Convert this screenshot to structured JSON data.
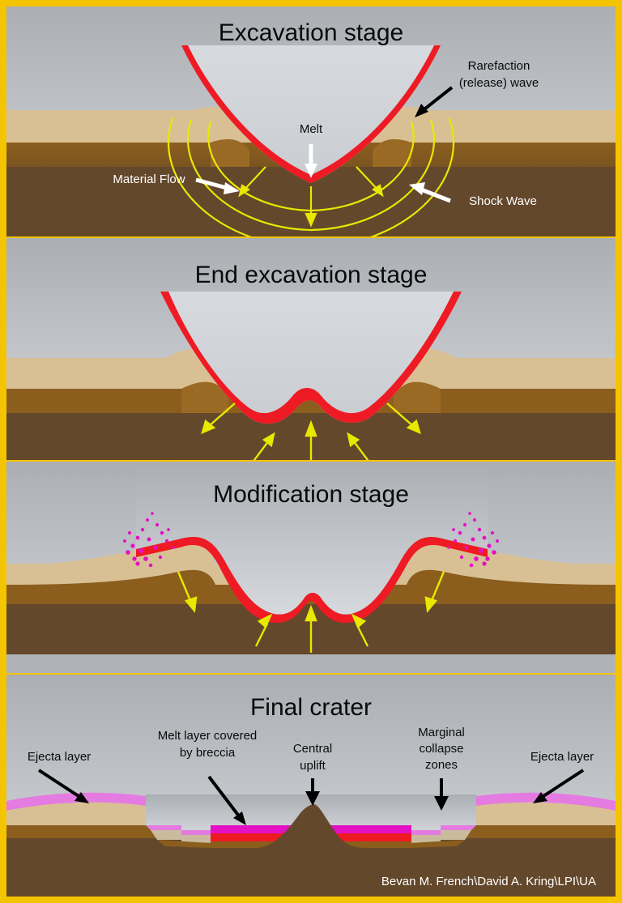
{
  "figure": {
    "border_color": "#F5C400",
    "credit": "Bevan M. French\\David A. Kring\\LPI\\UA"
  },
  "palette": {
    "sky_top": "#AFB2B7",
    "sky_bottom": "#D2D5D9",
    "regolith_tan": "#D9C094",
    "mid_brown": "#8B5E1E",
    "dark_brown": "#64482C",
    "melt_red": "#EE1B24",
    "melt_magenta": "#E411C4",
    "breccia_pink": "#E47BE0",
    "shock_yellow": "#E8E800",
    "arrow_black": "#000000",
    "arrow_white": "#FFFFFF",
    "cavity_fill": "#D3D6DA"
  },
  "panels": [
    {
      "id": "excavation",
      "title": "Excavation stage",
      "labels": [
        {
          "name": "rarefaction-wave-label",
          "text_lines": [
            "Rarefaction",
            "(release) wave"
          ],
          "color": "dark"
        },
        {
          "name": "melt-label",
          "text_lines": [
            "Melt"
          ],
          "color": "dark"
        },
        {
          "name": "material-flow-label",
          "text_lines": [
            "Material Flow"
          ],
          "color": "light"
        },
        {
          "name": "shock-wave-label",
          "text_lines": [
            "Shock Wave"
          ],
          "color": "light"
        }
      ],
      "features": [
        "transient-cavity",
        "melt-lining",
        "shock-wave-arcs",
        "flow-arrows"
      ]
    },
    {
      "id": "end-excavation",
      "title": "End excavation stage",
      "labels": [],
      "features": [
        "transient-cavity",
        "melt-lining",
        "overturned-flap",
        "rebound-arrows",
        "outward-arrows"
      ]
    },
    {
      "id": "modification",
      "title": "Modification stage",
      "labels": [],
      "features": [
        "collapsing-rim",
        "melt-lining",
        "central-rebound",
        "ejecta-plume-left",
        "ejecta-plume-right",
        "slump-arrows",
        "uplift-arrows"
      ]
    },
    {
      "id": "final-crater",
      "title": "Final crater",
      "labels": [
        {
          "name": "ejecta-layer-left-label",
          "text_lines": [
            "Ejecta layer"
          ],
          "color": "dark"
        },
        {
          "name": "melt-breccia-label",
          "text_lines": [
            "Melt layer covered",
            "by breccia"
          ],
          "color": "dark"
        },
        {
          "name": "central-uplift-label",
          "text_lines": [
            "Central",
            "uplift"
          ],
          "color": "dark"
        },
        {
          "name": "marginal-collapse-label",
          "text_lines": [
            "Marginal",
            "collapse",
            "zones"
          ],
          "color": "dark"
        },
        {
          "name": "ejecta-layer-right-label",
          "text_lines": [
            "Ejecta layer"
          ],
          "color": "dark"
        }
      ],
      "features": [
        "ejecta-blanket",
        "terrace-blocks",
        "melt-sheet",
        "breccia-lens",
        "central-peak"
      ]
    }
  ],
  "text": {
    "title_1": "Excavation stage",
    "title_2": "End excavation stage",
    "title_3": "Modification stage",
    "title_4": "Final crater",
    "rarefaction_1": "Rarefaction",
    "rarefaction_2": "(release) wave",
    "melt": "Melt",
    "material_flow": "Material Flow",
    "shock_wave": "Shock Wave",
    "ejecta_left": "Ejecta layer",
    "ejecta_right": "Ejecta layer",
    "melt_breccia_1": "Melt layer covered",
    "melt_breccia_2": "by breccia",
    "central_1": "Central",
    "central_2": "uplift",
    "marginal_1": "Marginal",
    "marginal_2": "collapse",
    "marginal_3": "zones",
    "credit": "Bevan M. French\\David A. Kring\\LPI\\UA"
  }
}
